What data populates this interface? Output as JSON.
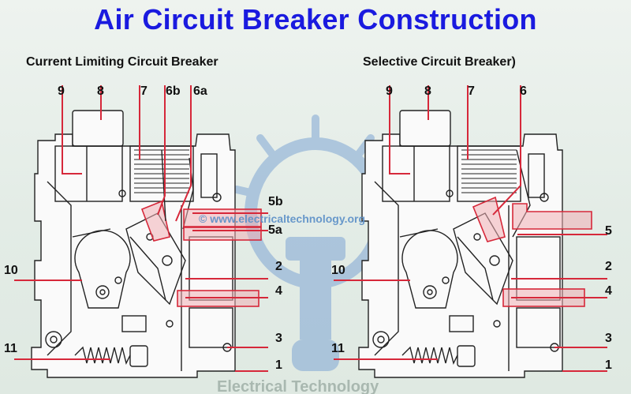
{
  "title": "Air Circuit Breaker Construction",
  "subtitles": {
    "left": "Current Limiting Circuit Breaker",
    "right": "Selective Circuit Breaker)"
  },
  "watermark": {
    "url": "© www.electricaltechnology.org",
    "brand": "Electrical Technology"
  },
  "labels": {
    "left_top": [
      "9",
      "8",
      "7",
      "6b",
      "6a"
    ],
    "left_side": [
      "10",
      "11"
    ],
    "left_right": [
      "5b",
      "5a",
      "2",
      "4",
      "3",
      "1"
    ],
    "right_top": [
      "9",
      "8",
      "7",
      "6"
    ],
    "right_side": [
      "10",
      "11"
    ],
    "right_right": [
      "5",
      "2",
      "4",
      "3",
      "1"
    ]
  },
  "colors": {
    "title": "#1a1adf",
    "leader": "#d6283a",
    "watermark": "#5b8fc8"
  }
}
